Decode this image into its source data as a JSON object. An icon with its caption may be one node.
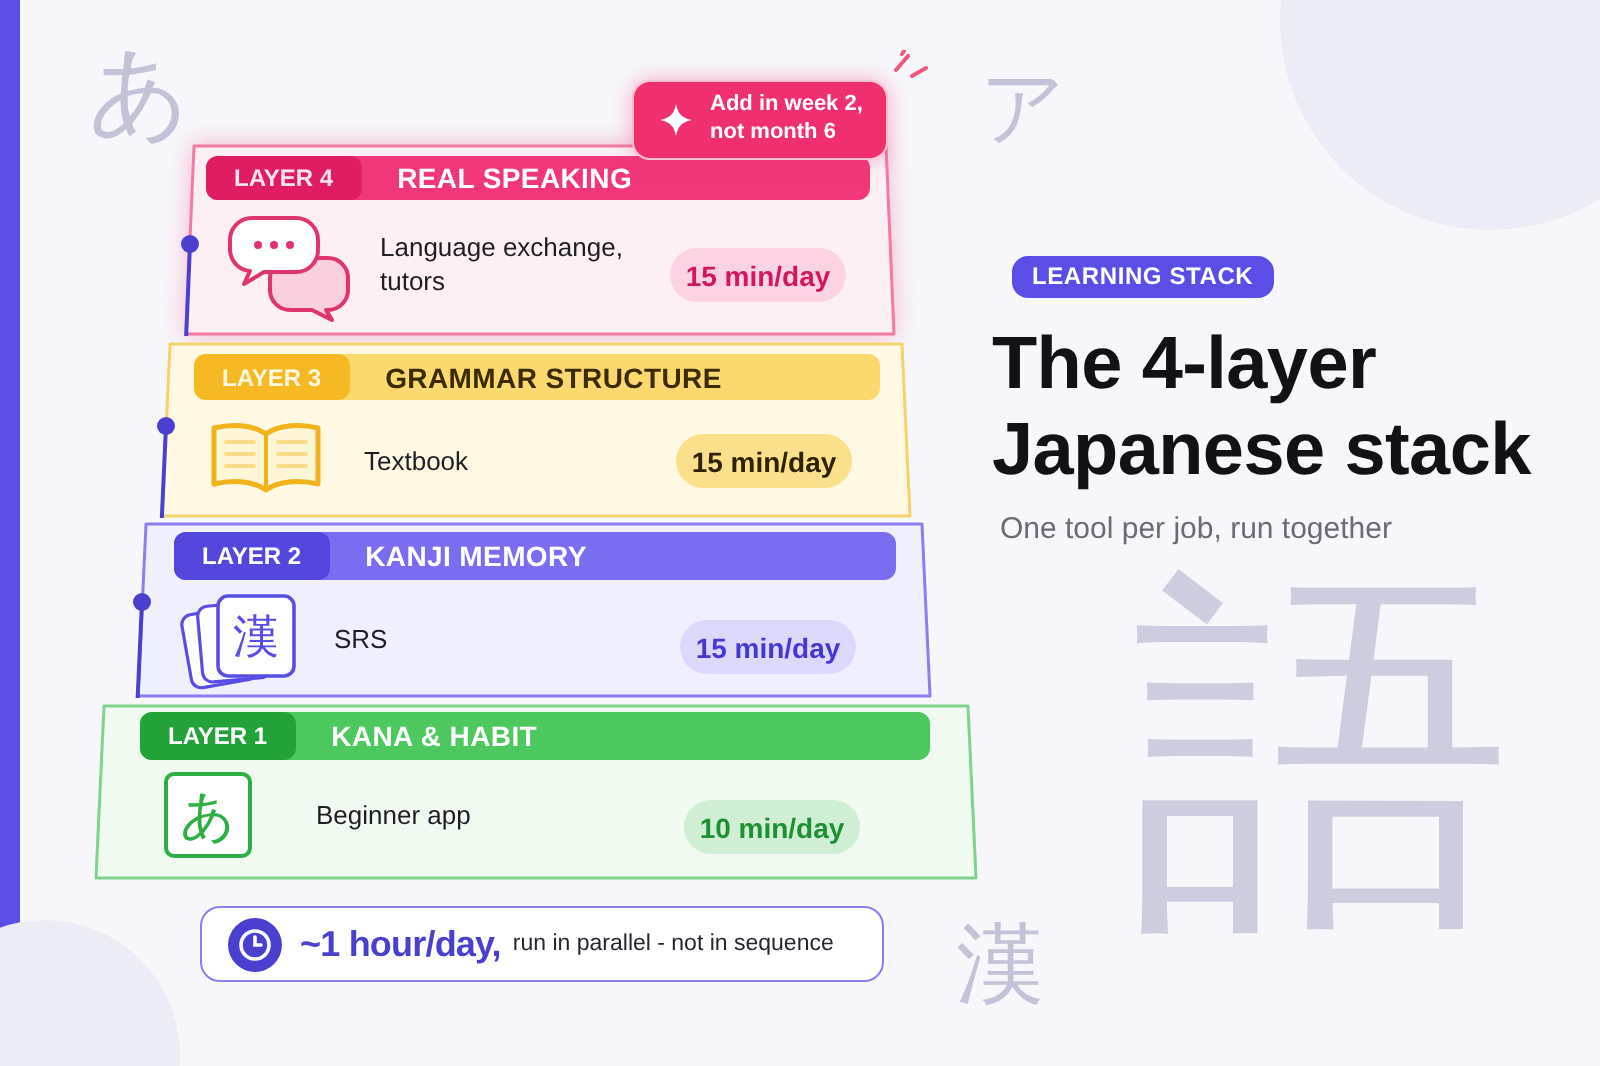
{
  "diagram": {
    "title": "The 4-layer Japanese stack",
    "nodes": [
      {
        "text": [
          "Add in week 2, not month 6"
        ]
      },
      {
        "text": [
          "LAYER 4",
          "REAL SPEAKING",
          "Language exchange, tutors",
          "15 min/day"
        ]
      },
      {
        "text": [
          "LAYER 3",
          "GRAMMAR STRUCTURE",
          "Textbook",
          "15 min/day"
        ]
      },
      {
        "text": [
          "LAYER 2",
          "KANJI MEMORY",
          "SRS",
          "15 min/day"
        ]
      },
      {
        "text": [
          "漢"
        ],
        "in": 3
      },
      {
        "text": [
          "LAYER 1",
          "KANA & HABIT",
          "Beginner app",
          "10 min/day"
        ]
      },
      {
        "text": [
          "あ"
        ],
        "in": 5
      },
      {
        "text": [
          "~1 hour/day,",
          "run in parallel - not in sequence"
        ]
      }
    ],
    "labels": [
      "LEARNING STACK",
      "One tool per job, run together",
      "あ",
      "ア",
      "語",
      "漢"
    ]
  }
}
